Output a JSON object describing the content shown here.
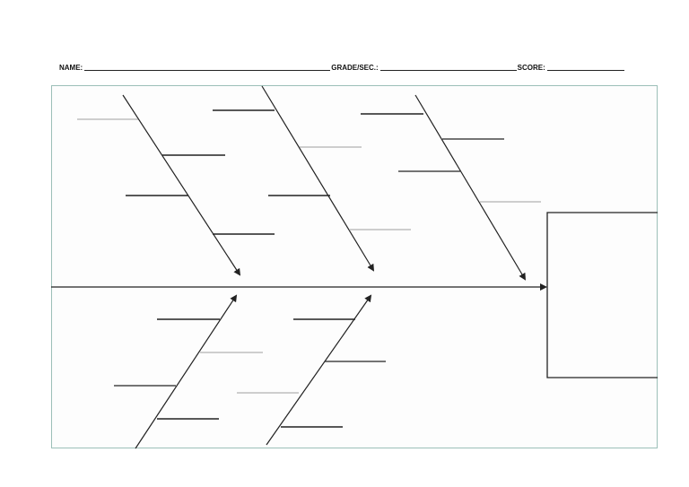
{
  "header": {
    "name_label": "NAME:",
    "grade_label": "GRADE/SEC.:",
    "score_label": "SCORE:"
  },
  "colors": {
    "frame_border": "#9cbfb8",
    "ink": "#222222",
    "faint_line": "#a0a0a0"
  }
}
